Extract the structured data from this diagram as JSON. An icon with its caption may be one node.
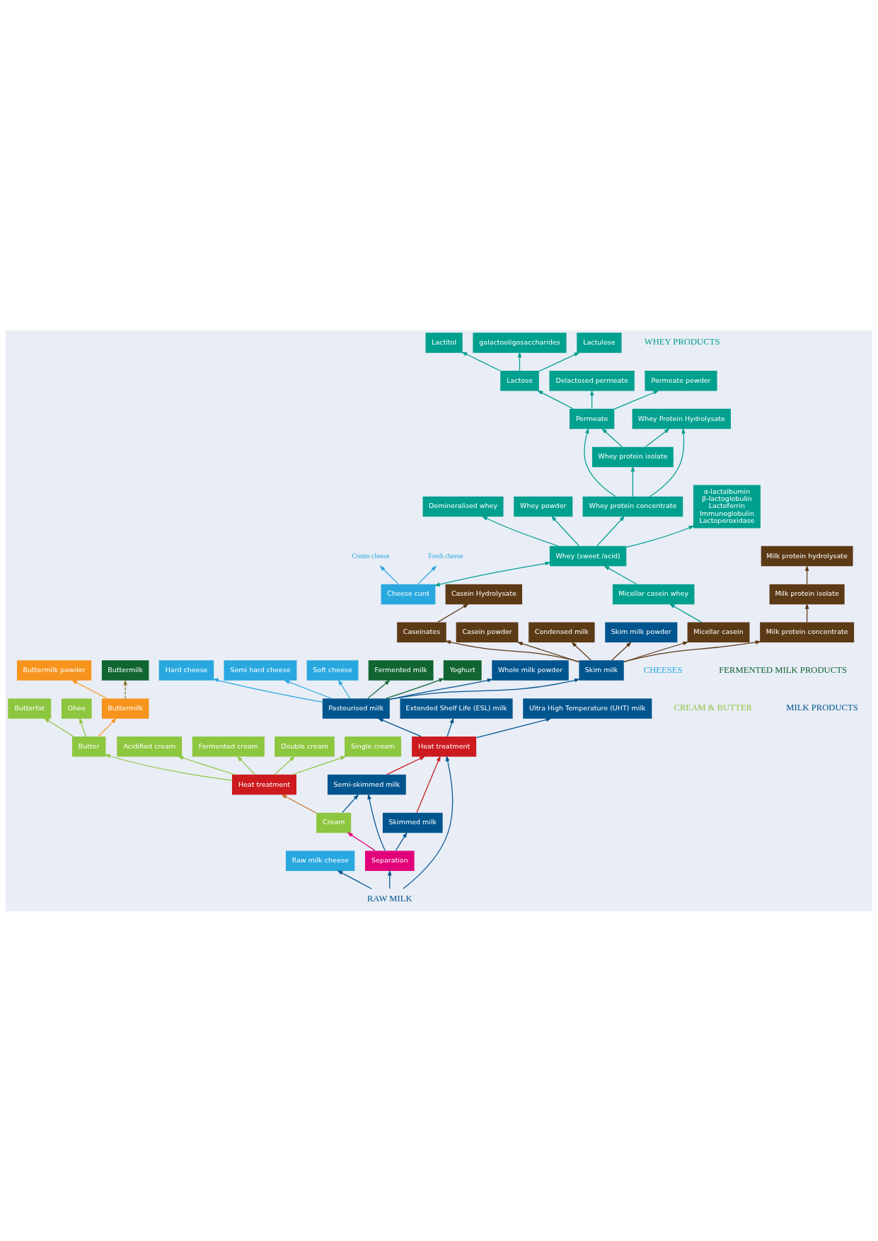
{
  "diagram": {
    "nodes": [
      {
        "text": [
          "Lactitol"
        ]
      },
      {
        "text": [
          "galactooligosaccharides"
        ]
      },
      {
        "text": [
          "Lactulose"
        ]
      },
      {
        "text": [
          "Lactose"
        ]
      },
      {
        "text": [
          "Delactosed permeate"
        ]
      },
      {
        "text": [
          "Permeate powder"
        ]
      },
      {
        "text": [
          "Permeate"
        ]
      },
      {
        "text": [
          "Whey protein isolate"
        ]
      },
      {
        "text": [
          "Whey Protein Hydrolysate"
        ]
      },
      {
        "text": [
          "Demineralised whey"
        ]
      },
      {
        "text": [
          "Whey powder"
        ]
      },
      {
        "text": [
          "Whey protein concentrate"
        ]
      },
      {
        "text": [
          "α-lactalbumin",
          "β-lactoglobulin",
          "Lactoferrin",
          "Immunoglobulin",
          "Lactoperoxidase"
        ]
      },
      {
        "text": [
          "Whey (sweet /acid)"
        ]
      },
      {
        "text": [
          "Hard cheese"
        ]
      },
      {
        "text": [
          "Semi hard cheese"
        ]
      },
      {
        "text": [
          "Soft cheese"
        ]
      },
      {
        "text": [
          "Raw milk cheese"
        ]
      },
      {
        "text": [
          "Cream cheese"
        ]
      },
      {
        "text": [
          "Fresh cheese"
        ]
      },
      {
        "text": [
          "Cheese curd"
        ]
      },
      {
        "text": [
          "Butterfat"
        ]
      },
      {
        "text": [
          "Ghee"
        ]
      },
      {
        "text": [
          "Butter"
        ]
      },
      {
        "text": [
          "Buttermilk"
        ]
      },
      {
        "text": [
          "Buttermilk powder"
        ]
      },
      {
        "text": [
          "Acidified cream"
        ]
      },
      {
        "text": [
          "Fermented cream"
        ]
      },
      {
        "text": [
          "Double cream"
        ]
      },
      {
        "text": [
          "Single cream"
        ]
      },
      {
        "text": [
          "Heat treatment"
        ]
      },
      {
        "text": [
          "Cream"
        ]
      },
      {
        "text": [
          "Separation"
        ]
      },
      {
        "text": [
          "Fermented milk"
        ]
      },
      {
        "text": [
          "Buttermilk"
        ]
      },
      {
        "text": [
          "Yoghurt"
        ]
      },
      {
        "text": [
          "Casein Hydrolysate"
        ]
      },
      {
        "text": [
          "Caseinates"
        ]
      },
      {
        "text": [
          "Casein powder"
        ]
      },
      {
        "text": [
          "Condensed milk"
        ]
      },
      {
        "text": [
          "Skim milk powder"
        ]
      },
      {
        "text": [
          "Micellar casein whey"
        ]
      },
      {
        "text": [
          "Micellar casein"
        ]
      },
      {
        "text": [
          "Milk protein hydrolysate"
        ]
      },
      {
        "text": [
          "Milk protein isolate"
        ]
      },
      {
        "text": [
          "Milk protein concentrate"
        ]
      },
      {
        "text": [
          "Whole milk powder"
        ]
      },
      {
        "text": [
          "Skim milk"
        ]
      },
      {
        "text": [
          "Pasteurised milk"
        ]
      },
      {
        "text": [
          "Extended Shelf Life (ESL) milk"
        ]
      },
      {
        "text": [
          "Ultra High Temperature (UHT) milk"
        ]
      },
      {
        "text": [
          "Skimmed milk"
        ]
      },
      {
        "text": [
          "Semi-skimmed milk"
        ]
      },
      {
        "text": [
          "Heat treatment"
        ]
      },
      {
        "text": [
          "RAW MILK"
        ]
      }
    ],
    "edges": [
      {
        "from": 3,
        "to": 0,
        "arrow": "to",
        "color": "#00a08e"
      },
      {
        "from": 3,
        "to": 1,
        "arrow": "to",
        "color": "#00a08e"
      },
      {
        "from": 3,
        "to": 2,
        "arrow": "to",
        "color": "#00a08e"
      },
      {
        "from": 6,
        "to": 3,
        "arrow": "to",
        "color": "#00a08e"
      },
      {
        "from": 6,
        "to": 4,
        "arrow": "to",
        "color": "#00a08e"
      },
      {
        "from": 6,
        "to": 5,
        "arrow": "to",
        "color": "#00a08e"
      },
      {
        "from": 7,
        "to": 6,
        "arrow": "to",
        "color": "#00a08e"
      },
      {
        "from": 7,
        "to": 8,
        "arrow": "to",
        "color": "#00a08e"
      },
      {
        "from": 11,
        "to": 6,
        "arrow": "to",
        "color": "#00a08e"
      },
      {
        "from": 11,
        "to": 7,
        "arrow": "to",
        "color": "#00a08e"
      },
      {
        "from": 11,
        "to": 8,
        "arrow": "to",
        "color": "#00a08e"
      },
      {
        "from": 13,
        "to": 9,
        "arrow": "to",
        "color": "#00a08e"
      },
      {
        "from": 13,
        "to": 10,
        "arrow": "to",
        "color": "#00a08e"
      },
      {
        "from": 13,
        "to": 11,
        "arrow": "to",
        "color": "#00a08e"
      },
      {
        "from": 13,
        "to": 12,
        "arrow": "to",
        "color": "#00a08e"
      },
      {
        "from": 20,
        "to": 13,
        "arrow": "both",
        "color": "#00a08e"
      },
      {
        "from": 48,
        "to": 14,
        "arrow": "to",
        "color": "#29a8e0"
      },
      {
        "from": 48,
        "to": 15,
        "arrow": "to",
        "color": "#29a8e0"
      },
      {
        "from": 48,
        "to": 16,
        "arrow": "to",
        "color": "#29a8e0"
      },
      {
        "from": 54,
        "to": 17,
        "arrow": "to"
      },
      {
        "from": 20,
        "to": 18,
        "arrow": "to",
        "color": "#29a8e0"
      },
      {
        "from": 20,
        "to": 19,
        "arrow": "to",
        "color": "#29a8e0"
      },
      {
        "from": 23,
        "to": 21,
        "arrow": "to",
        "color": "#8dc63f"
      },
      {
        "from": 23,
        "to": 22,
        "arrow": "to",
        "color": "#8dc63f"
      },
      {
        "from": 23,
        "to": 24,
        "arrow": "to",
        "color": "#f7941d"
      },
      {
        "from": 24,
        "to": 25,
        "arrow": "to",
        "color": "#f7941d"
      },
      {
        "from": 24,
        "to": 34,
        "arrow": "to",
        "style": "dashed",
        "color": "#8a7a30"
      },
      {
        "from": 30,
        "to": 23,
        "arrow": "to",
        "color": "#8dc63f"
      },
      {
        "from": 30,
        "to": 26,
        "arrow": "to",
        "color": "#8dc63f"
      },
      {
        "from": 30,
        "to": 27,
        "arrow": "to",
        "color": "#8dc63f"
      },
      {
        "from": 30,
        "to": 28,
        "arrow": "to",
        "color": "#8dc63f"
      },
      {
        "from": 30,
        "to": 29,
        "arrow": "to",
        "color": "#8dc63f"
      },
      {
        "from": 31,
        "to": 30,
        "arrow": "to",
        "color": "#c8702a"
      },
      {
        "from": 32,
        "to": 31,
        "arrow": "to",
        "color": "#e2007a"
      },
      {
        "from": 31,
        "to": 52,
        "arrow": "to"
      },
      {
        "from": 32,
        "to": 51,
        "arrow": "to"
      },
      {
        "from": 32,
        "to": 52,
        "arrow": "to"
      },
      {
        "from": 54,
        "to": 32,
        "arrow": "to"
      },
      {
        "from": 54,
        "to": 53,
        "arrow": "to"
      },
      {
        "from": 51,
        "to": 53,
        "arrow": "to",
        "color": "#cc1a1f"
      },
      {
        "from": 52,
        "to": 53,
        "arrow": "to",
        "color": "#cc1a1f"
      },
      {
        "from": 53,
        "to": 48,
        "arrow": "to"
      },
      {
        "from": 53,
        "to": 49,
        "arrow": "to"
      },
      {
        "from": 53,
        "to": 50,
        "arrow": "to"
      },
      {
        "from": 48,
        "to": 46,
        "arrow": "to"
      },
      {
        "from": 48,
        "to": 47,
        "arrow": "to"
      },
      {
        "from": 48,
        "to": 33,
        "arrow": "to",
        "color": "#116530"
      },
      {
        "from": 48,
        "to": 35,
        "arrow": "to",
        "color": "#116530"
      },
      {
        "from": 47,
        "to": 42,
        "arrow": "to",
        "color": "#5c3a16"
      },
      {
        "from": 47,
        "to": 37,
        "arrow": "to",
        "color": "#5c3a16"
      },
      {
        "from": 47,
        "to": 38,
        "arrow": "to",
        "color": "#5c3a16"
      },
      {
        "from": 47,
        "to": 39,
        "arrow": "to",
        "color": "#5c3a16"
      },
      {
        "from": 47,
        "to": 40,
        "arrow": "to",
        "color": "#5c3a16"
      },
      {
        "from": 47,
        "to": 45,
        "arrow": "to",
        "color": "#5c3a16"
      },
      {
        "from": 42,
        "to": 41,
        "arrow": "to",
        "color": "#00a08e"
      },
      {
        "from": 41,
        "to": 13,
        "arrow": "to",
        "color": "#00a08e"
      },
      {
        "from": 37,
        "to": 36,
        "arrow": "to",
        "color": "#5c3a16"
      },
      {
        "from": 45,
        "to": 44,
        "arrow": "to",
        "color": "#5c3a16"
      },
      {
        "from": 44,
        "to": 43,
        "arrow": "to",
        "color": "#5c3a16"
      }
    ],
    "labels": [
      "WHEY PRODUCTS",
      "CHEESES",
      "CREAM & BUTTER",
      "FERMENTED MILK PRODUCTS",
      "MILK PRODUCTS"
    ]
  }
}
